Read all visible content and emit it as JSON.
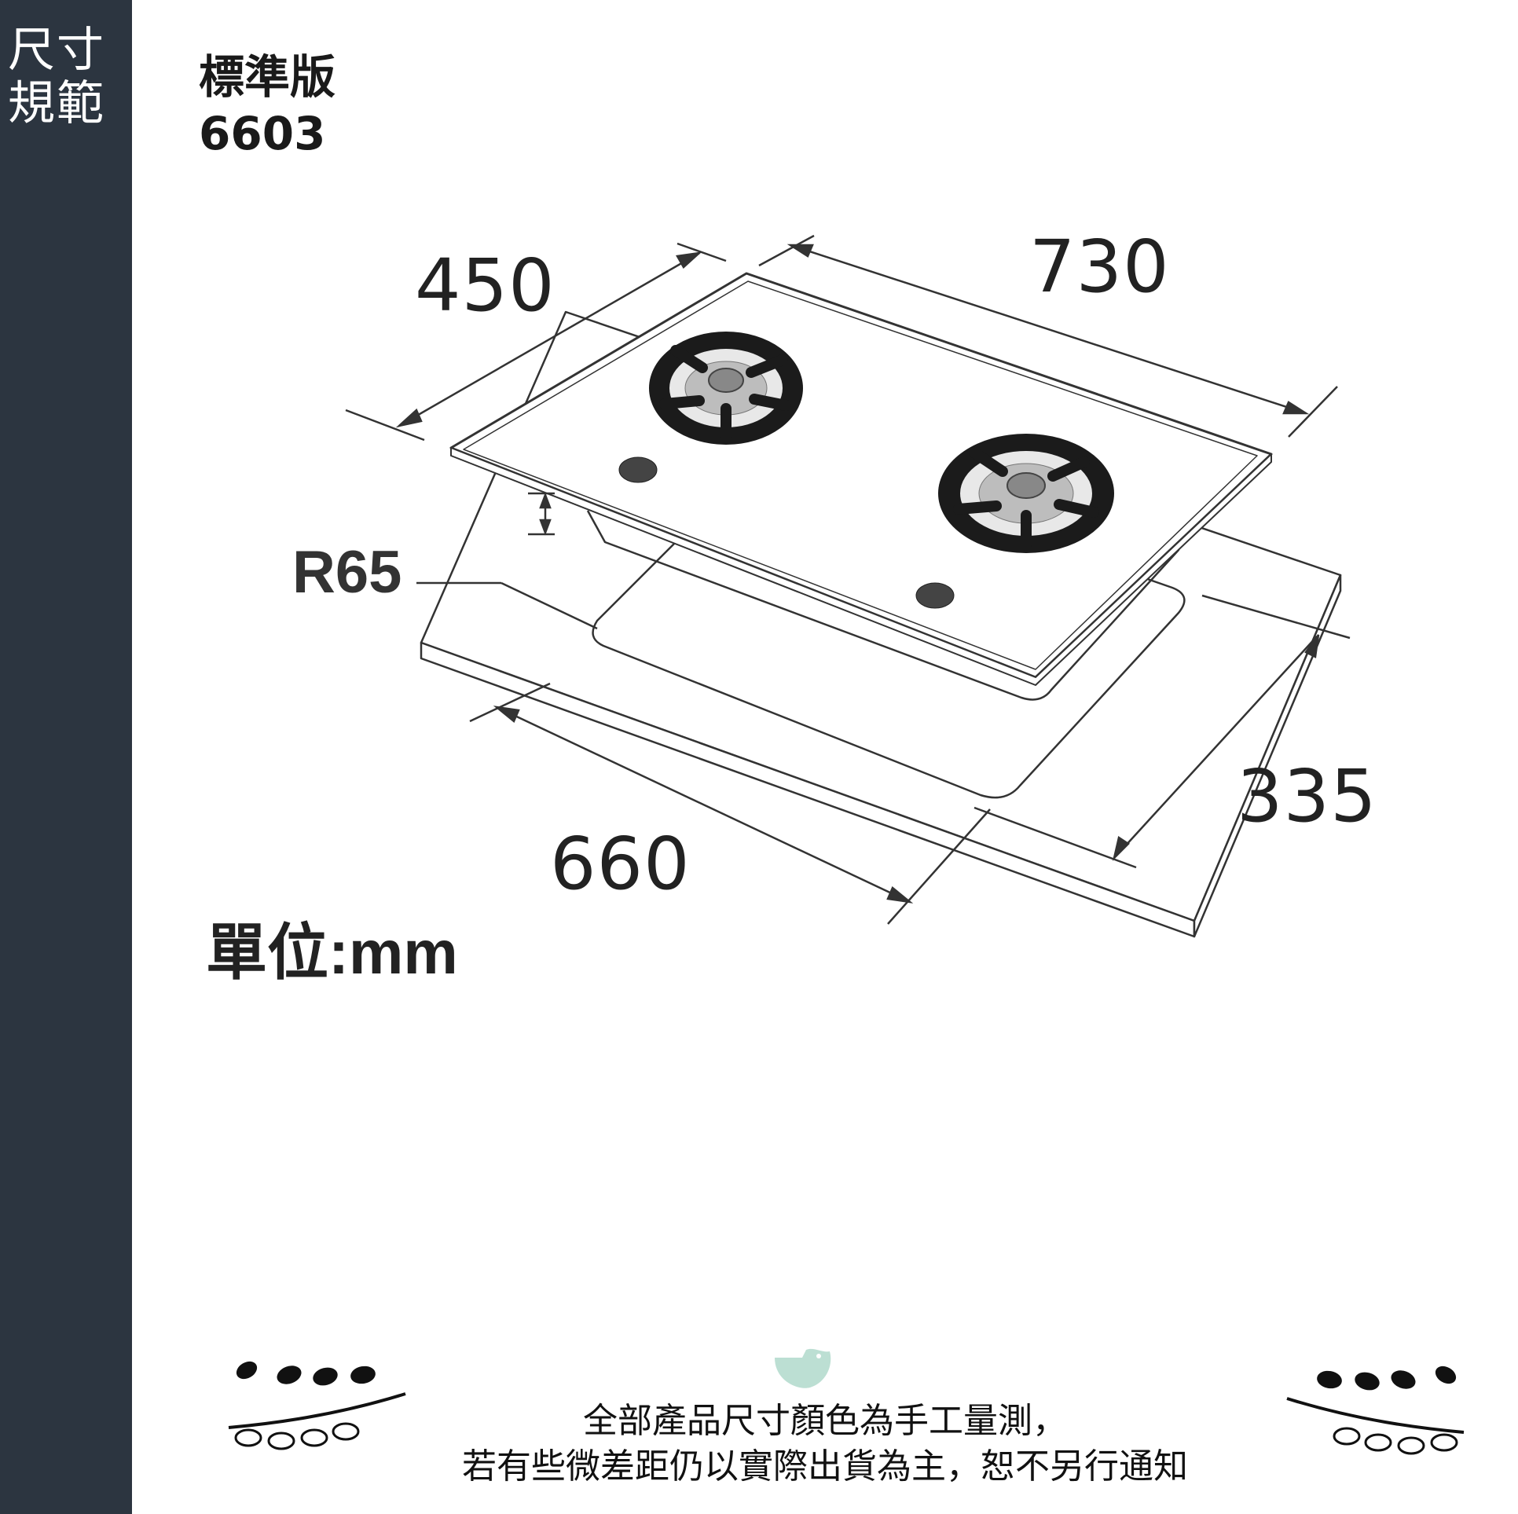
{
  "sidebar": {
    "line1": "尺寸",
    "line2": "規範"
  },
  "header": {
    "edition": "標準版",
    "model": "6603"
  },
  "dimensions": {
    "depth": "450",
    "width": "730",
    "cutout_depth": "335",
    "cutout_width": "660",
    "radius": "R65",
    "unit": "單位:mm"
  },
  "footer": {
    "line1": "全部產品尺寸顏色為手工量測，",
    "line2": "若有些微差距仍以實際出貨為主，恕不另行通知"
  },
  "colors": {
    "sidebar": "#2c3540",
    "line": "#333333",
    "burner": "#1b1b1b",
    "leaf_accent": "#8fc9b6"
  }
}
